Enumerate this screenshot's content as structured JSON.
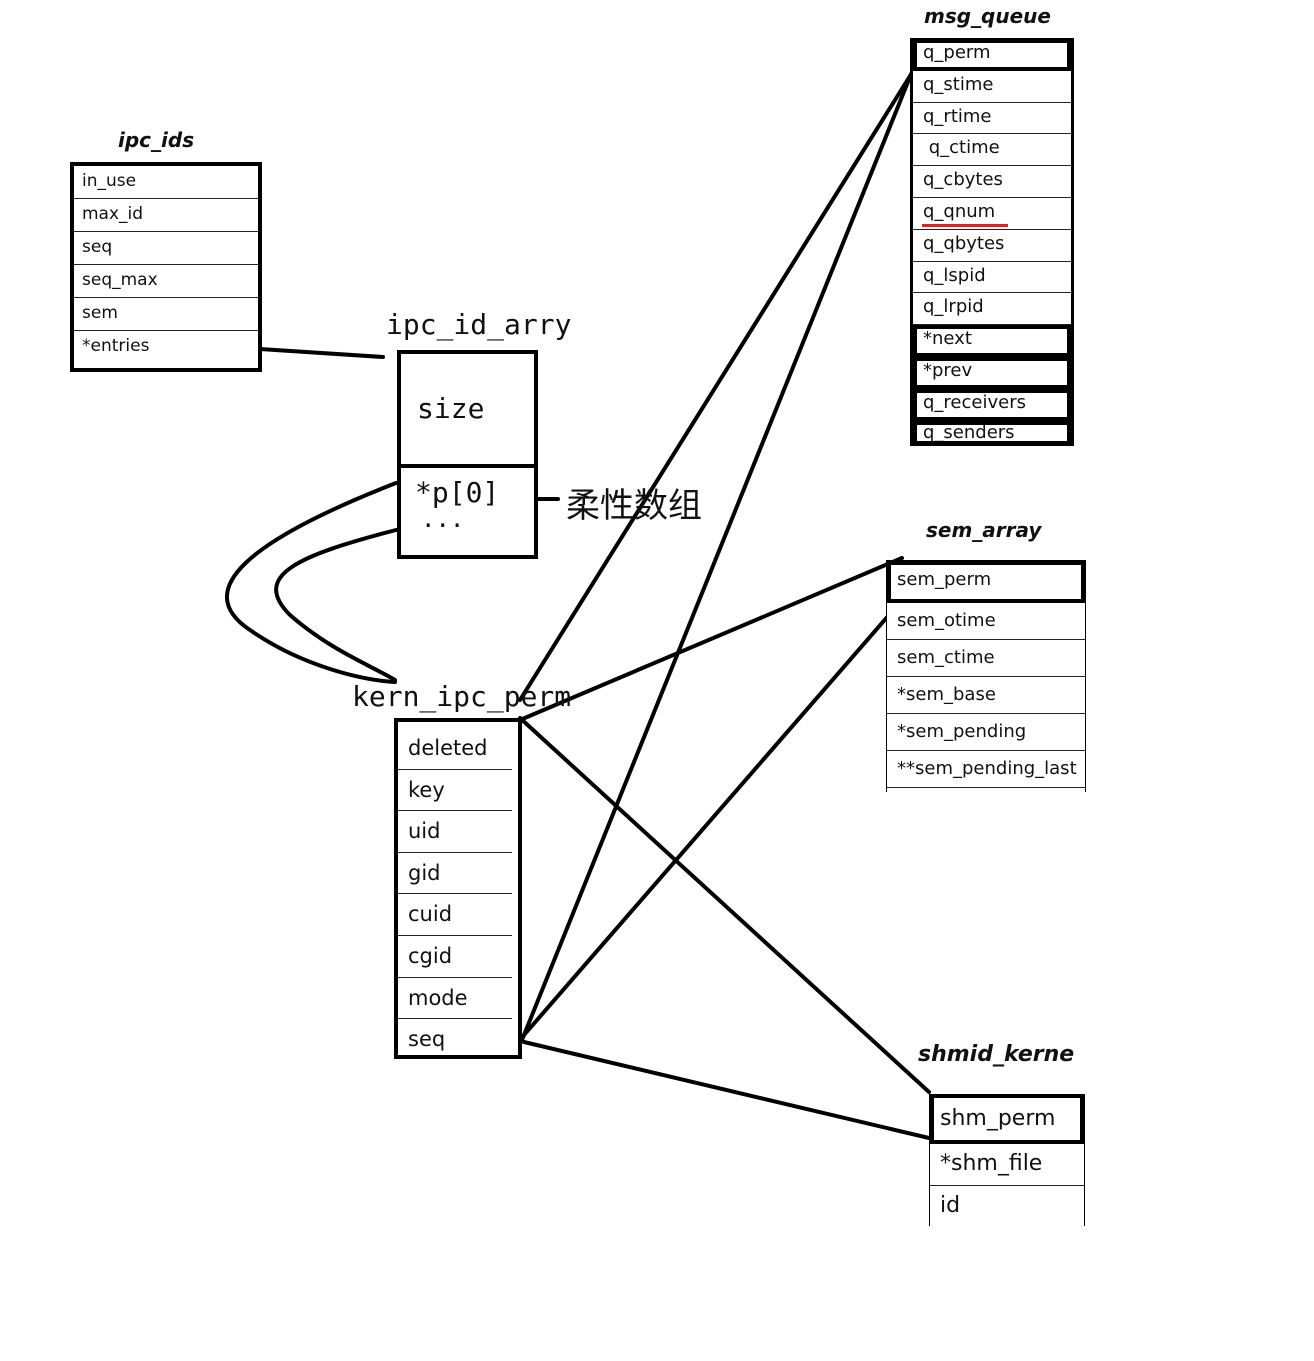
{
  "ipc_ids": {
    "title": "ipc_ids",
    "fields": [
      "in_use",
      "max_id",
      "seq",
      "seq_max",
      "sem",
      "*entries"
    ]
  },
  "ipc_id_arry": {
    "title": "ipc_id_arry",
    "size_label": "size",
    "pointer_label": "*p[0]",
    "ellipsis": "...",
    "annotation": "柔性数组"
  },
  "kern_ipc_perm": {
    "title": "kern_ipc_perm",
    "fields": [
      "deleted",
      "key",
      "uid",
      "gid",
      "cuid",
      "cgid",
      "mode",
      "seq"
    ]
  },
  "msg_queue": {
    "title": "msg_queue",
    "fields": [
      "q_perm",
      "q_stime",
      "q_rtime",
      " q_ctime",
      "q_cbytes",
      "q_qnum",
      "q_qbytes",
      "q_lspid",
      "q_lrpid",
      "*next",
      "*prev",
      "q_receivers",
      "q_senders"
    ]
  },
  "sem_array": {
    "title": "sem_array",
    "fields": [
      "sem_perm",
      "sem_otime",
      "sem_ctime",
      "*sem_base",
      "*sem_pending",
      "**sem_pending_last"
    ]
  },
  "shmid_kernel": {
    "title": "shmid_kerne",
    "fields": [
      "shm_perm",
      "*shm_file",
      "id"
    ]
  },
  "colors": {
    "line": "#000000",
    "highlight_underline": "#e0202a"
  }
}
